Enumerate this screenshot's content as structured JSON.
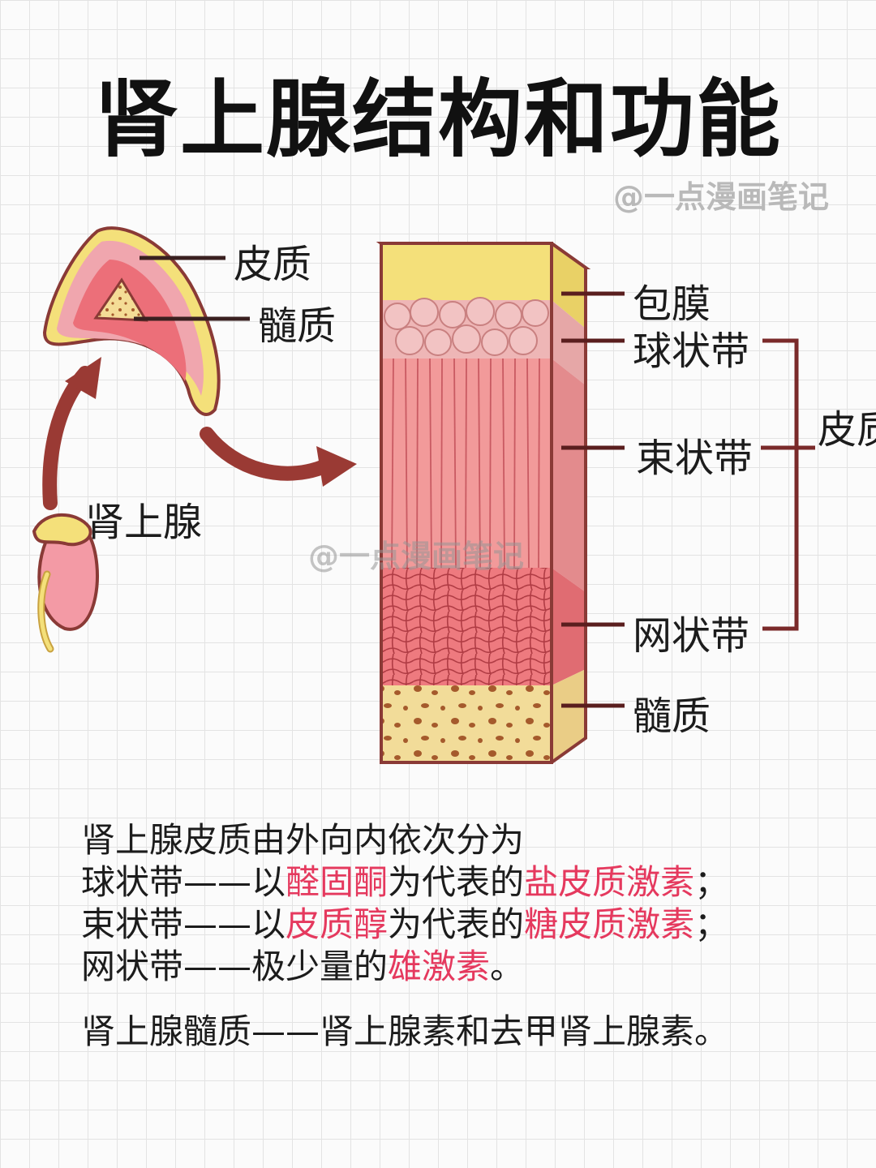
{
  "title": "肾上腺结构和功能",
  "watermark": "@一点漫画笔记",
  "labels": {
    "organ": "肾上腺",
    "cortex_left": "皮质",
    "medulla_left": "髓质",
    "capsule": "包膜",
    "glomerulosa": "球状带",
    "fasciculata": "束状带",
    "reticularis": "网状带",
    "medulla_right": "髓质",
    "cortex_bracket": "皮质"
  },
  "description": {
    "intro": "肾上腺皮质由外向内依次分为",
    "zones": [
      {
        "zone": "球状带",
        "dash": "——",
        "pre": "以",
        "hormone": "醛固酮",
        "mid": "为代表的",
        "class": "盐皮质激素",
        "end": "；"
      },
      {
        "zone": "束状带",
        "dash": "——",
        "pre": "以",
        "hormone": "皮质醇",
        "mid": "为代表的",
        "class": "糖皮质激素",
        "end": "；"
      }
    ],
    "reticularis": {
      "zone": "网状带",
      "dash": "——",
      "pre": "极少量的",
      "hormone": "雄激素",
      "end": "。"
    },
    "medulla": {
      "text": "肾上腺髓质——肾上腺素和去甲肾上腺素。"
    }
  },
  "colors": {
    "highlight": "#e5395e",
    "capsule": "#f4e07a",
    "glomerulosa": "#eeb6b6",
    "fasciculata": "#f29a9a",
    "reticularis": "#ee7a7f",
    "medulla": "#f2dc99",
    "outline": "#8a3a36",
    "arrow": "#9a3a34"
  }
}
